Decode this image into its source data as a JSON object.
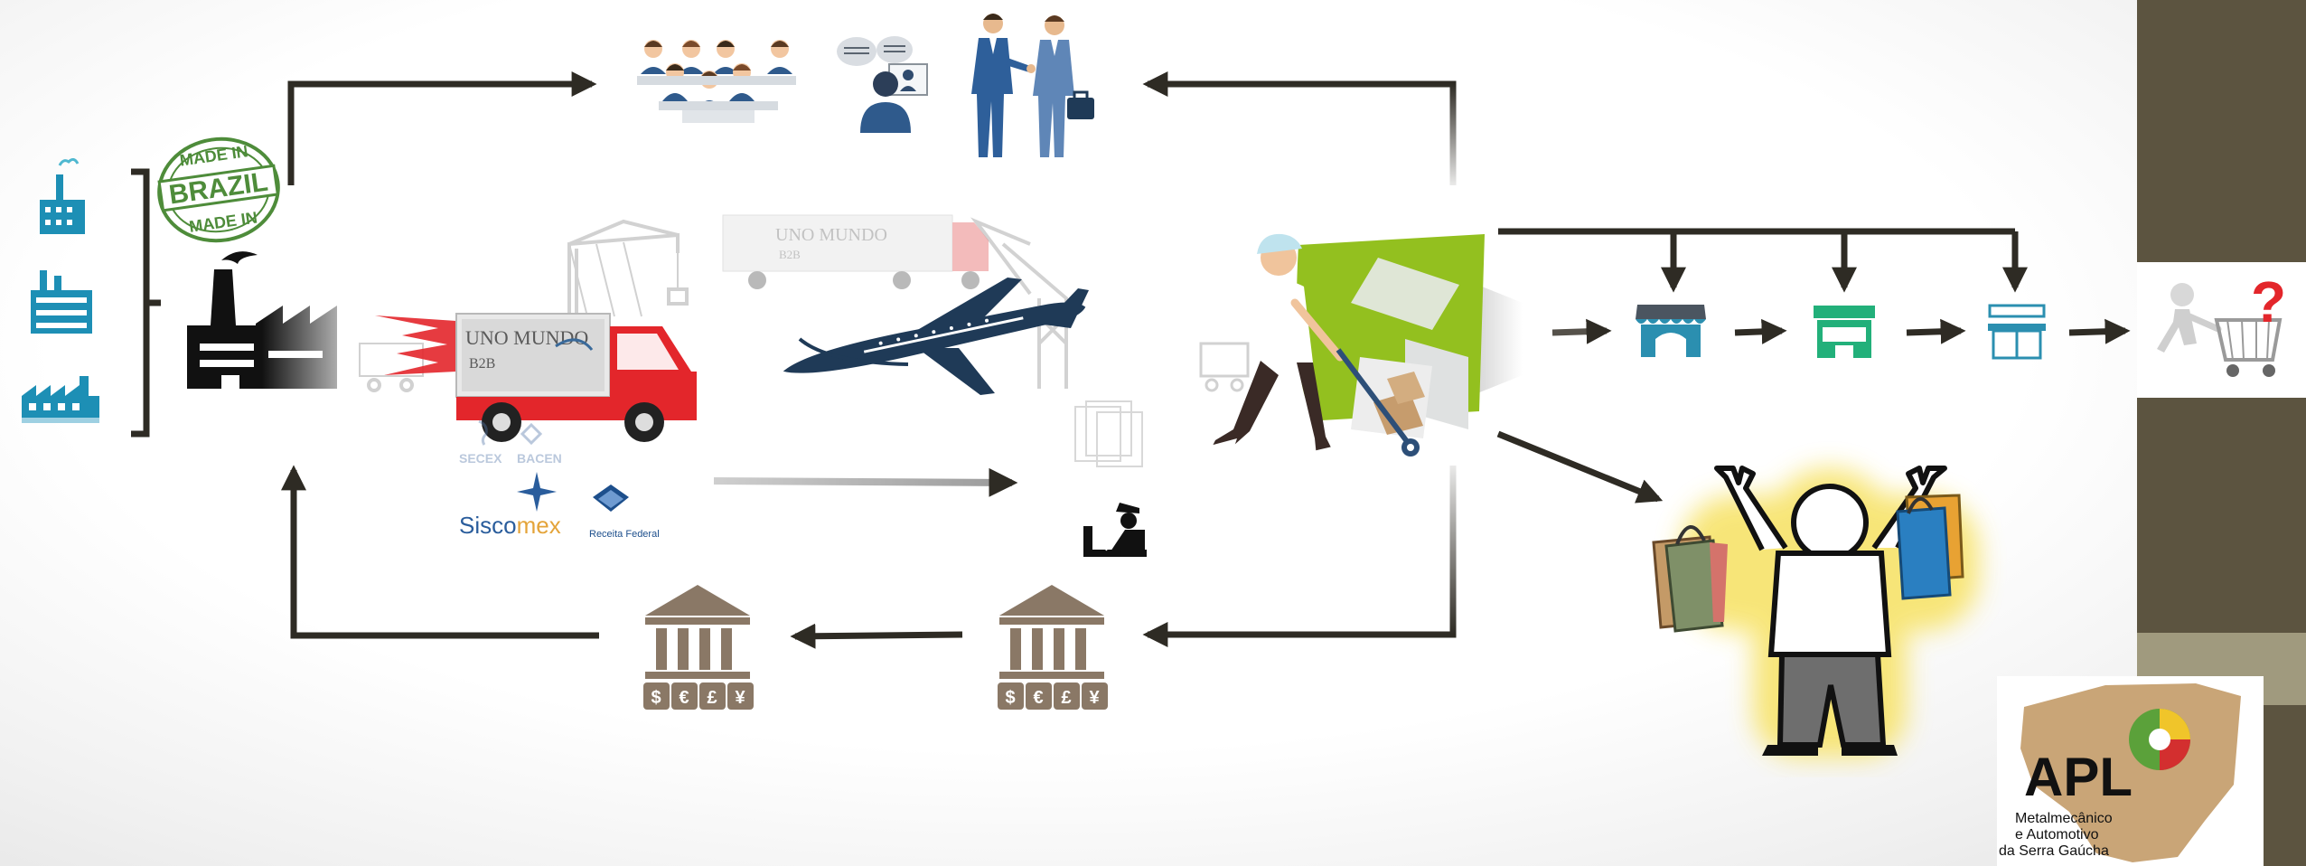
{
  "stamp": {
    "top": "MADE IN",
    "middle": "BRAZIL",
    "bottom": "MADE IN"
  },
  "truck_logo": {
    "brand": "UNO MUNDO",
    "sub": "B2B"
  },
  "trailer_logo": {
    "brand": "UNO MUNDO",
    "sub": "B2B"
  },
  "agencies": {
    "secex": "SECEX",
    "bacen": "BACEN",
    "siscomex_a": "Sisco",
    "siscomex_b": "mex",
    "receita": "Receita Federal"
  },
  "currency": {
    "dollar": "$",
    "euro": "€",
    "pound": "£",
    "yen": "¥"
  },
  "retail": {
    "question": "?"
  },
  "apl": {
    "title": "APL",
    "line1": "Metalmecânico",
    "line2": "e Automotivo",
    "line3": "da Serra Gaúcha"
  },
  "colors": {
    "arrow": "#2e2b24",
    "truck_red": "#e3262b",
    "plane": "#1f3a57",
    "bank": "#8a7866",
    "store_blue": "#2b8fb0",
    "store_green": "#22b07a",
    "factory_teal": "#1d8fb5",
    "side_panel": "#5c5440",
    "green_box": "#93c01f",
    "shopper_glow": "#f7e36a",
    "apl_brown": "#c9a577"
  }
}
